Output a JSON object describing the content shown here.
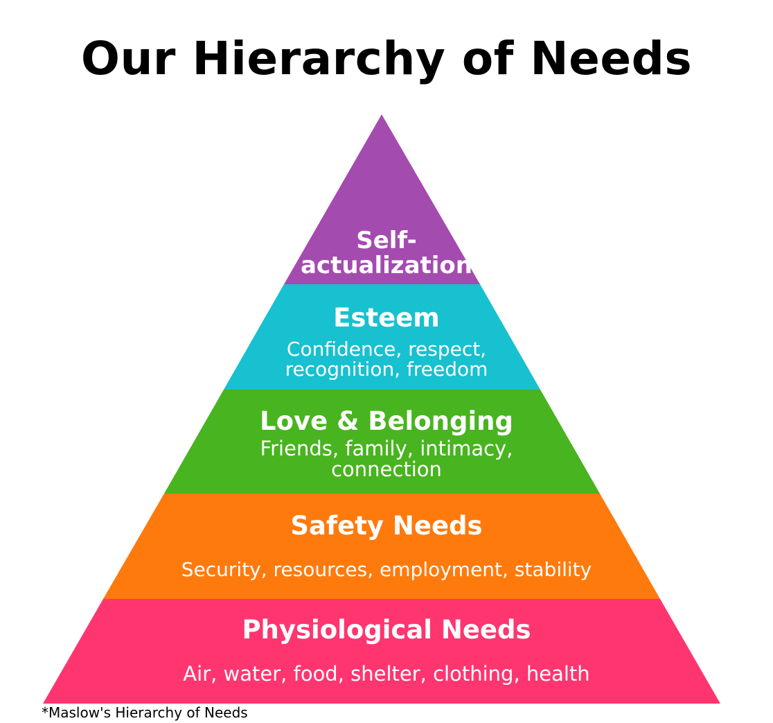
{
  "title": "Our Hierarchy of Needs",
  "tiers": [
    {
      "level": "Self-actualization",
      "heading_lines": [
        "Self-",
        "actualization"
      ],
      "detail_lines": [],
      "color": "#A44BB0"
    },
    {
      "level": "Esteem",
      "heading_lines": [
        "Esteem"
      ],
      "detail_lines": [
        "Confidence, respect,",
        "recognition, freedom"
      ],
      "color": "#17C1CF"
    },
    {
      "level": "Love & Belonging",
      "heading_lines": [
        "Love & Belonging"
      ],
      "detail_lines": [
        "Friends, family, intimacy,",
        "connection"
      ],
      "color": "#48B41F"
    },
    {
      "level": "Safety Needs",
      "heading_lines": [
        "Safety Needs"
      ],
      "detail_lines": [
        "Security, resources, employment, stability"
      ],
      "color": "#FF7A0C"
    },
    {
      "level": "Physiological Needs",
      "heading_lines": [
        "Physiological Needs"
      ],
      "detail_lines": [
        "Air, water, food, shelter, clothing, health"
      ],
      "color": "#FF3570"
    }
  ],
  "footnote": "*Maslow's Hierarchy of Needs"
}
